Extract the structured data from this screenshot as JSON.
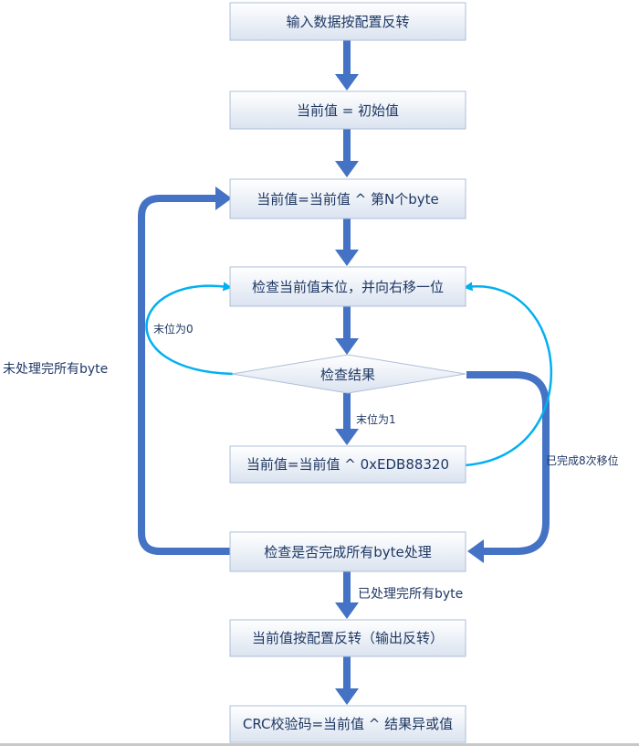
{
  "diagram": {
    "nodes": {
      "input_reflect": "输入数据按配置反转",
      "init": "当前值 = 初始值",
      "xor_byte": "当前值=当前值 ^ 第N个byte",
      "check_lsb": "检查当前值末位，并向右移一位",
      "check_result": "检查结果",
      "xor_poly": "当前值=当前值 ^ 0xEDB88320",
      "check_all": "检查是否完成所有byte处理",
      "output_reflect": "当前值按配置反转（输出反转）",
      "crc_final": "CRC校验码=当前值 ^ 结果异或值"
    },
    "edges": {
      "lsb_zero": "末位为0",
      "lsb_one": "末位为1",
      "shift_done": "已完成8次移位",
      "bytes_remaining": "未处理完所有byte",
      "bytes_done": "已处理完所有byte"
    }
  },
  "colors": {
    "main_arrow": "#4472c4",
    "loop_arrow": "#00b0f0",
    "box_fill_top": "#ffffff",
    "box_fill_bottom": "#dde6f2",
    "box_border": "#aebfd8",
    "text": "#1f3864"
  }
}
